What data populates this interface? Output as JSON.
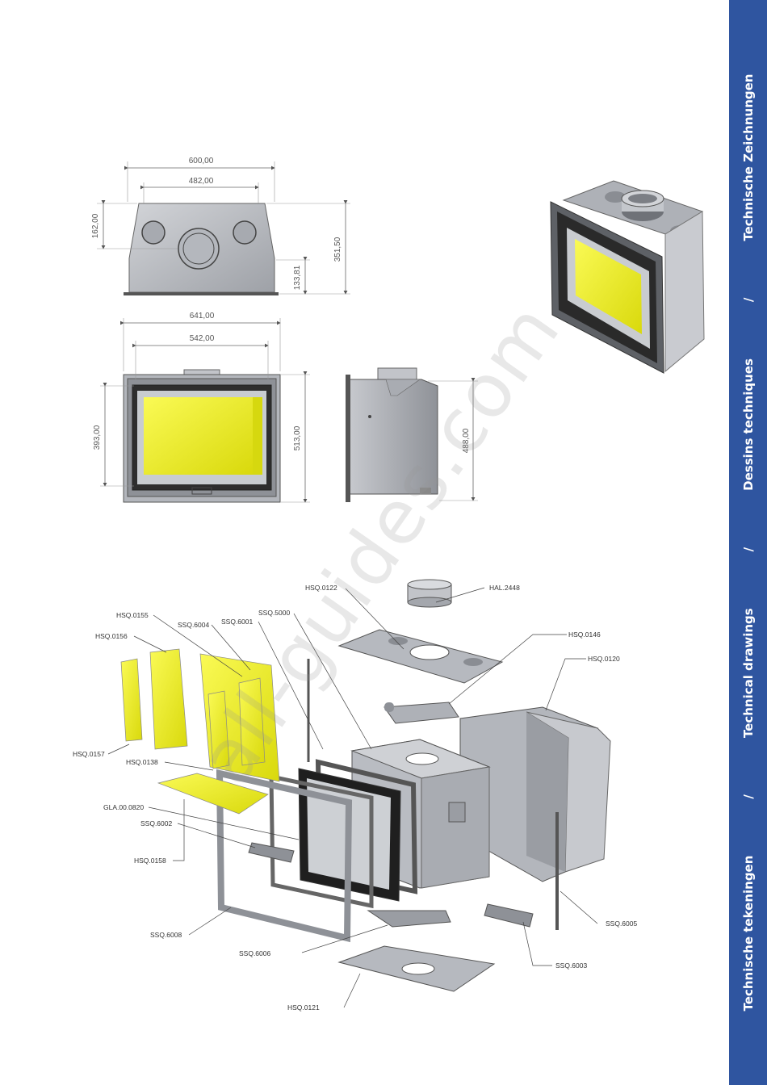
{
  "sidebar": {
    "labels": [
      "Technische tekeningen",
      "Technical drawings",
      "Dessins techniques",
      "Technische Zeichnungen"
    ],
    "separator": "/"
  },
  "watermark": "all-guides.com",
  "dimensions": {
    "top_view_overall_width": "600,00",
    "top_view_inner_width": "482,00",
    "top_view_side_height": "162,00",
    "top_view_depth": "351,50",
    "top_view_rear_offset": "133,81",
    "front_overall_width": "641,00",
    "front_inner_width": "542,00",
    "front_glass_height": "393,00",
    "front_overall_height": "513,00",
    "side_height": "488,00"
  },
  "parts": {
    "hal_2448": "HAL.2448",
    "hsq_0122": "HSQ.0122",
    "hsq_0146": "HSQ.0146",
    "hsq_0120": "HSQ.0120",
    "ssq_5000": "SSQ.5000",
    "hsq_0155": "HSQ.0155",
    "ssq_6004": "SSQ.6004",
    "ssq_6001": "SSQ.6001",
    "hsq_0156": "HSQ.0156",
    "hsq_0157": "HSQ.0157",
    "hsq_0138": "HSQ.0138",
    "gla_00_0820": "GLA.00.0820",
    "ssq_6002": "SSQ.6002",
    "hsq_0158": "HSQ.0158",
    "ssq_6008": "SSQ.6008",
    "ssq_6006": "SSQ.6006",
    "hsq_0121": "HSQ.0121",
    "ssq_6005": "SSQ.6005",
    "ssq_6003": "SSQ.6003"
  },
  "colors": {
    "sidebar": "#2f55a0",
    "refractory": "#f2f21a",
    "steel": "#b9bcc2"
  }
}
